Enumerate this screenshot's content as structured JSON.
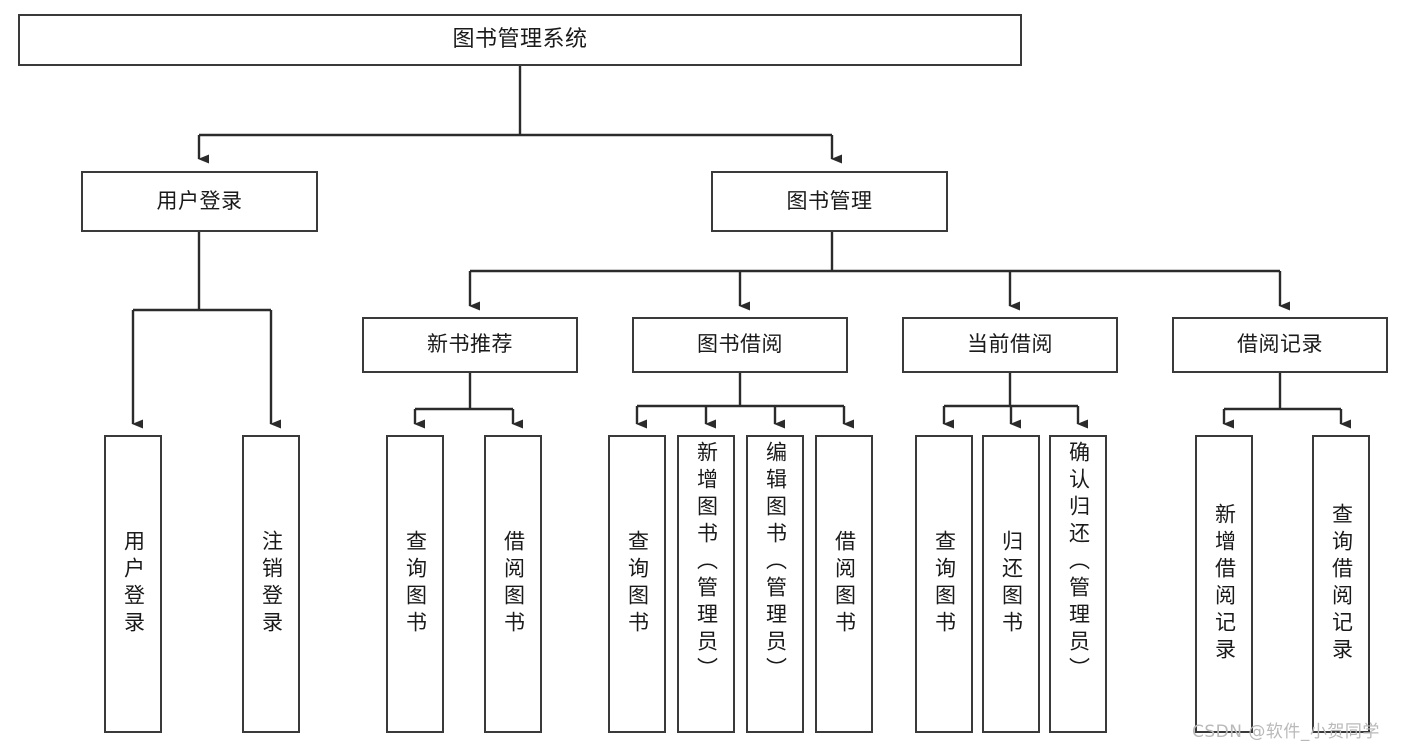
{
  "diagram": {
    "title": "图书管理系统",
    "type": "tree-structure-chart",
    "root": {
      "label": "图书管理系统"
    },
    "level2": [
      {
        "label": "用户登录"
      },
      {
        "label": "图书管理"
      }
    ],
    "level3": [
      {
        "label": "新书推荐"
      },
      {
        "label": "图书借阅"
      },
      {
        "label": "当前借阅"
      },
      {
        "label": "借阅记录"
      }
    ],
    "leaves": {
      "user_login": [
        {
          "label": "用户登录"
        },
        {
          "label": "注销登录"
        }
      ],
      "new_book_recommend": [
        {
          "label": "查询图书"
        },
        {
          "label": "借阅图书"
        }
      ],
      "book_borrow": [
        {
          "label": "查询图书"
        },
        {
          "label": "新增图书（管理员）"
        },
        {
          "label": "编辑图书（管理员）"
        },
        {
          "label": "借阅图书"
        }
      ],
      "current_borrow": [
        {
          "label": "查询图书"
        },
        {
          "label": "归还图书"
        },
        {
          "label": "确认归还（管理员）"
        }
      ],
      "borrow_record": [
        {
          "label": "新增借阅记录"
        },
        {
          "label": "查询借阅记录"
        }
      ]
    }
  },
  "watermark": {
    "text": "CSDN @软件_小贺同学"
  },
  "colors": {
    "box_border": "#3a3a3a",
    "box_fill": "#ffffff",
    "connector": "#2b2b2b",
    "text": "#1a1a1a",
    "watermark": "#b9b9b9"
  }
}
